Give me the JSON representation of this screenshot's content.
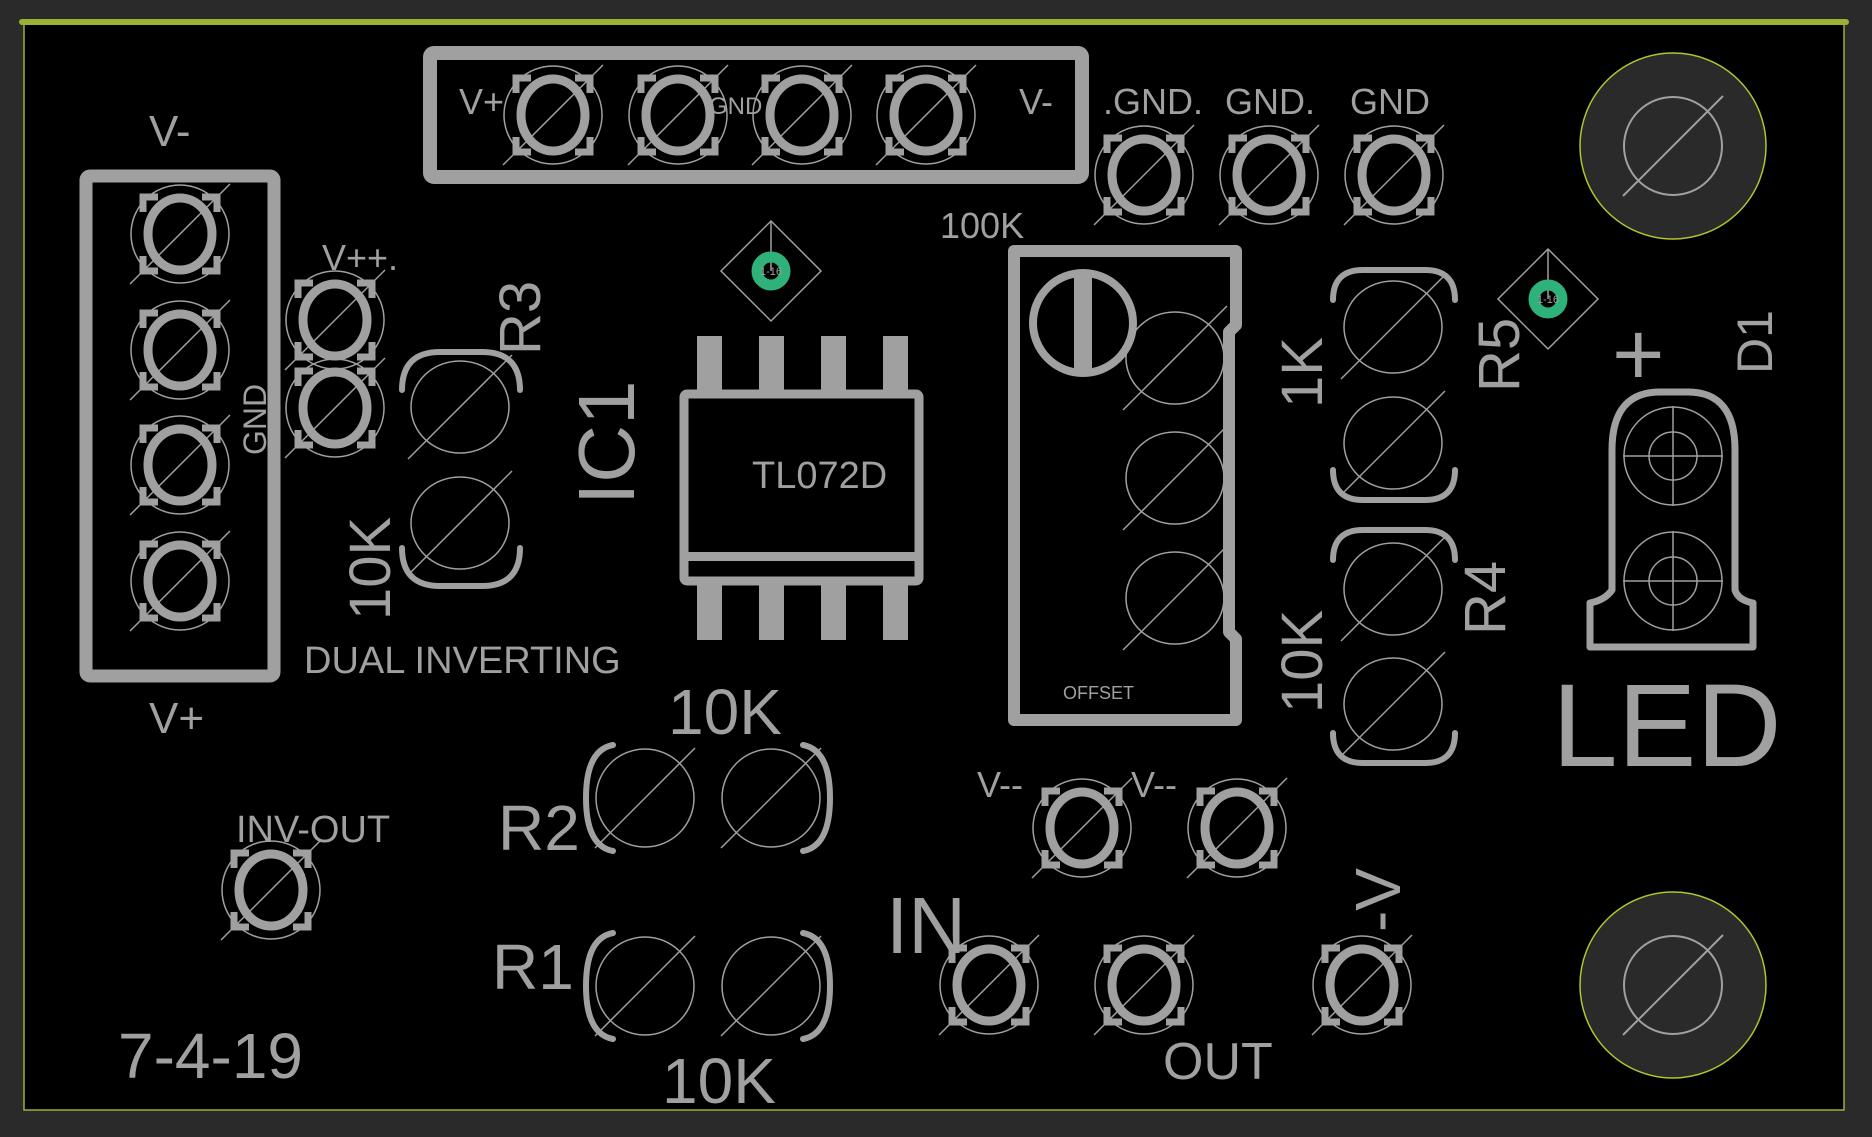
{
  "colors": {
    "background": "#2a2a2a",
    "board": "#000000",
    "board_edge": "#9ab234",
    "silkscreen": "#a0a0a0",
    "via": "#2fb27a",
    "mount_hole_fill": "#2a2a2a",
    "mount_hole_edge": "#b5c42e"
  },
  "board_labels": {
    "title": "DUAL INVERTING",
    "date": "7-4-19"
  },
  "components": {
    "power_connector_left": {
      "top_label": "V-",
      "bottom_label": "V+",
      "middle_label": "GND",
      "pin_count": 4
    },
    "power_connector_top": {
      "left_label": "V+",
      "middle_label": "GND",
      "right_label": "V-",
      "pin_count": 4
    },
    "gnd_pads": [
      ".GND.",
      "GND.",
      "GND"
    ],
    "vpp_pads": {
      "label": "V++."
    },
    "R3": {
      "designator": "R3",
      "value": "10K"
    },
    "IC1": {
      "designator": "IC1",
      "part": "TL072D"
    },
    "IC1_via": {
      "label": "1-16"
    },
    "trimpot": {
      "value": "100K",
      "label": "OFFSET"
    },
    "R5": {
      "designator": "R5",
      "value": "1K"
    },
    "R5_via": {
      "label": "1-16"
    },
    "R4": {
      "designator": "R4",
      "value": "10K"
    },
    "D1": {
      "designator": "D1",
      "polarity": "+",
      "label": "LED"
    },
    "R2": {
      "designator": "R2",
      "value": "10K"
    },
    "R1": {
      "designator": "R1",
      "value": "10K"
    },
    "inv_out": {
      "label": "INV-OUT"
    },
    "vmm_pads": [
      "V--",
      "V--"
    ],
    "io_pads": {
      "in_label": "IN",
      "out_label": "OUT",
      "neg_v_label": "-V"
    }
  }
}
